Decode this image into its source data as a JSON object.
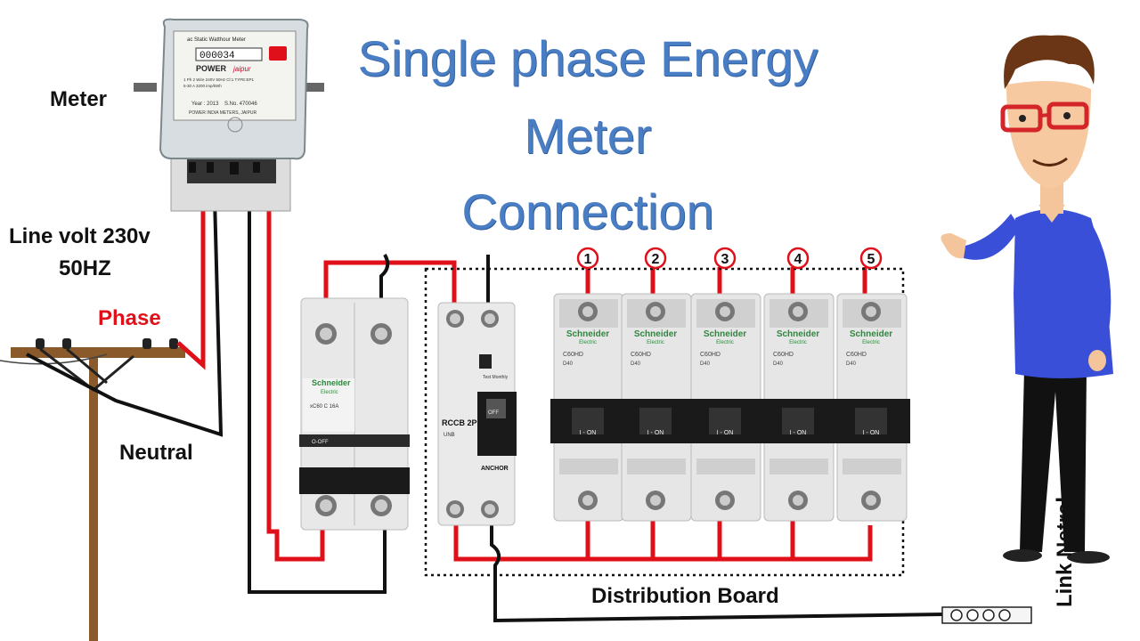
{
  "title": {
    "line1": "Single phase Energy",
    "line2": "Meter",
    "line3": "Connection"
  },
  "labels": {
    "meter": "Meter",
    "line_volt": "Line volt 230v",
    "frequency": "50HZ",
    "phase": "Phase",
    "neutral": "Neutral",
    "distribution_board": "Distribution Board",
    "link_neutral": "Link Netral"
  },
  "meter": {
    "header": "ac Static Watthour Meter",
    "reading": "000034",
    "brand": "POWER",
    "brand_sub": "jaipur",
    "spec1": "1 Ph   2 Wire   240V   50Hz   Cl:1   TYPE:EP1",
    "spec2": "5-30 A                              3200 imp/kWh",
    "year": "Year : 2013",
    "serial": "S.No. 470046",
    "maker": "POWER INDIA METERS, JAIPUR"
  },
  "main_switch": {
    "brand": "Schneider",
    "brand_sub": "Electric",
    "model": "xC60  C 16A",
    "state": "O-OFF"
  },
  "rccb": {
    "model": "RCCB 2P",
    "rating": "UNB",
    "test": "Test Monthly",
    "state": "OFF",
    "maker": "ANCHOR"
  },
  "mcbs": [
    {
      "number": "1",
      "brand": "Schneider",
      "brand_sub": "Electric",
      "model": "C60HD",
      "rating": "D40",
      "state": "I - ON"
    },
    {
      "number": "2",
      "brand": "Schneider",
      "brand_sub": "Electric",
      "model": "C60HD",
      "rating": "D40",
      "state": "I - ON"
    },
    {
      "number": "3",
      "brand": "Schneider",
      "brand_sub": "Electric",
      "model": "C60HD",
      "rating": "D40",
      "state": "I - ON"
    },
    {
      "number": "4",
      "brand": "Schneider",
      "brand_sub": "Electric",
      "model": "C60HD",
      "rating": "D40",
      "state": "I - ON"
    },
    {
      "number": "5",
      "brand": "Schneider",
      "brand_sub": "Electric",
      "model": "C60HD",
      "rating": "D40",
      "state": "I - ON"
    }
  ],
  "colors": {
    "phase_wire": "#e0101a",
    "neutral_wire": "#111111",
    "title": "#4a7ec4",
    "pole": "#8a5a2b"
  }
}
